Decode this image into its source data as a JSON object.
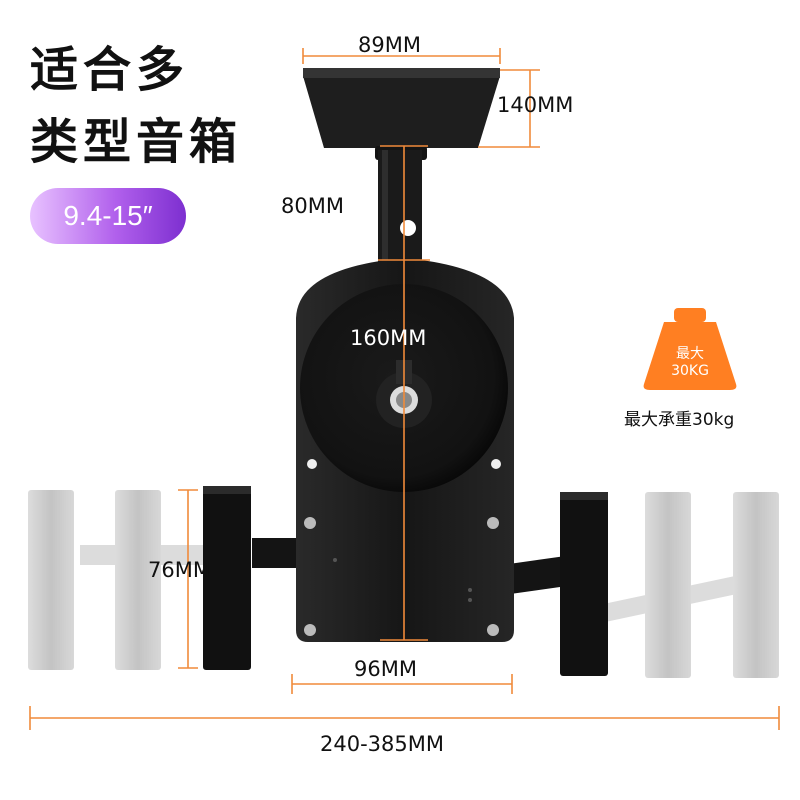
{
  "headline": {
    "line1": "适合多",
    "line2": "类型音箱"
  },
  "size_badge": "9.4-15″",
  "dimensions": {
    "top_plate_width": "89MM",
    "top_plate_depth": "140MM",
    "arm_length": "80MM",
    "plate_height": "160MM",
    "clamp_height": "76MM",
    "plate_width": "96MM",
    "span": "240-385MM"
  },
  "load": {
    "badge_line1": "最大",
    "badge_line2": "30KG",
    "caption": "最大承重30kg"
  },
  "colors": {
    "dimension_lines": "#f08a3a",
    "bracket": "#1c1c1c",
    "ghost_clamps": "#c9c9c9",
    "weight_badge": "#ff7f22",
    "pill_start": "#e8c2ff",
    "pill_end": "#7d2fd0"
  },
  "icons": {
    "weight": "weight-icon"
  }
}
